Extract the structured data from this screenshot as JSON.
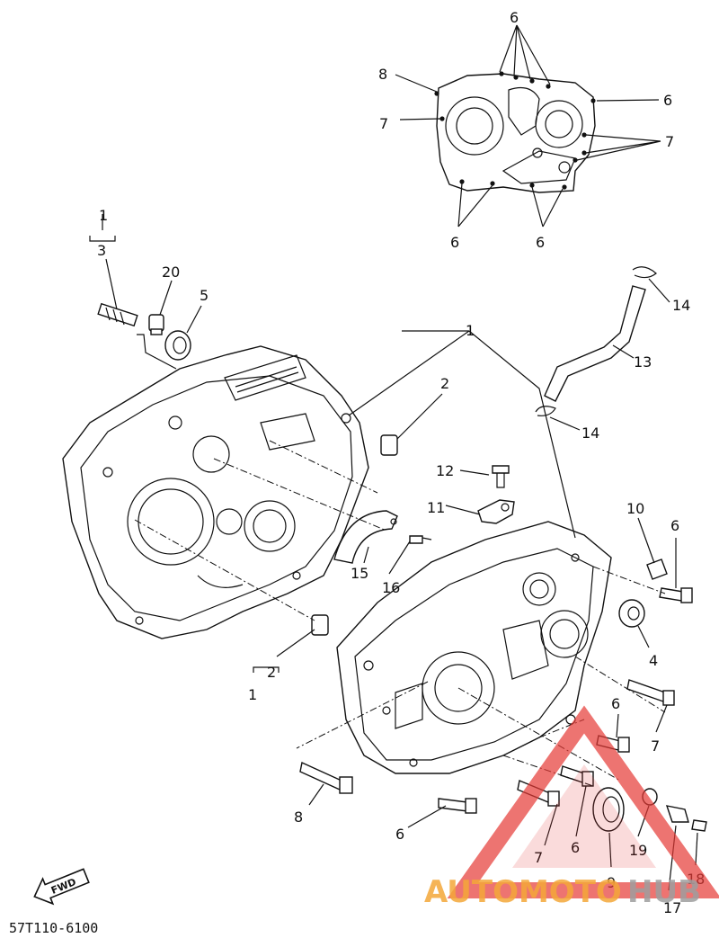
{
  "callouts": {
    "c1a": "1",
    "c3": "3",
    "c20": "20",
    "c5": "5",
    "c1b": "1",
    "c2a": "2",
    "c12": "12",
    "c11": "11",
    "c15": "15",
    "c16": "16",
    "c2b": "2",
    "c1c": "1",
    "c14a": "14",
    "c13": "13",
    "c14b": "14",
    "c10": "10",
    "c6r": "6",
    "c4": "4",
    "c6b": "6",
    "c7b": "7",
    "c8b": "8",
    "c6c": "6",
    "c7c": "7",
    "c6d": "6",
    "c19": "19",
    "c9": "9",
    "c17": "17",
    "c18": "18",
    "c6t1": "6",
    "c8t": "8",
    "c7t1": "7",
    "c6t2": "6",
    "c7t2": "7",
    "c6t3": "6",
    "c6t4": "6"
  },
  "fwd_label": "FWD",
  "part_code": "57T110-6100",
  "watermark": {
    "part1": "AUTOMOTO",
    "part2": "HUB"
  },
  "colors": {
    "ink": "#111111",
    "watermark_red": "#e53935",
    "watermark_orange": "#f3a738",
    "watermark_grey": "#9e9e9e"
  }
}
